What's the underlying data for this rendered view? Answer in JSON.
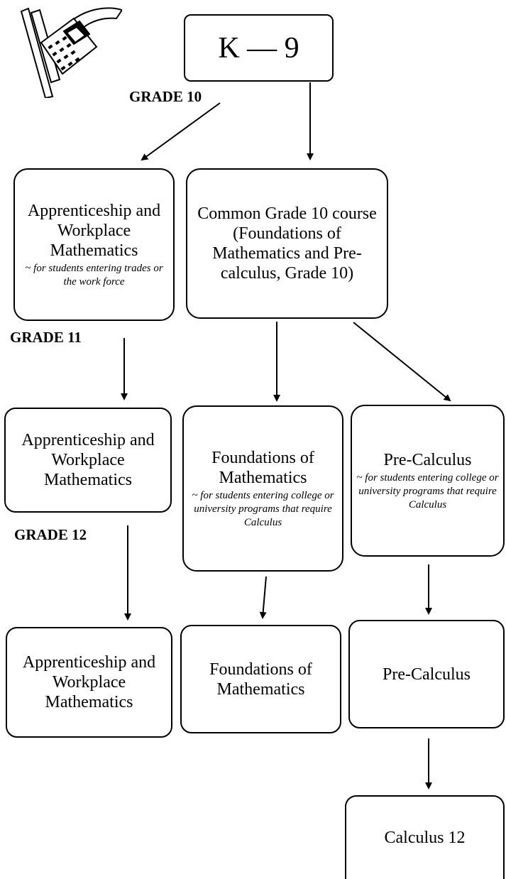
{
  "grades": {
    "g10": "GRADE 10",
    "g11": "GRADE 11",
    "g12": "GRADE 12"
  },
  "boxes": {
    "k9": "K — 9",
    "awm10_title": "Apprenticeship and Workplace Mathematics",
    "awm10_note": "~ for students entering trades or the work force",
    "common10": "Common Grade 10 course (Foundations of Mathematics and Pre-calculus, Grade 10)",
    "awm11": "Apprenticeship and Workplace Mathematics",
    "fom11_title": "Foundations of Mathematics",
    "fom11_note": "~ for students entering college or university programs that require Calculus",
    "pc11_title": "Pre-Calculus",
    "pc11_note": "~ for students entering college or university programs that require Calculus",
    "awm12": "Apprenticeship and Workplace Mathematics",
    "fom12": "Foundations of Mathematics",
    "pc12": "Pre-Calculus",
    "calc12": "Calculus 12"
  }
}
